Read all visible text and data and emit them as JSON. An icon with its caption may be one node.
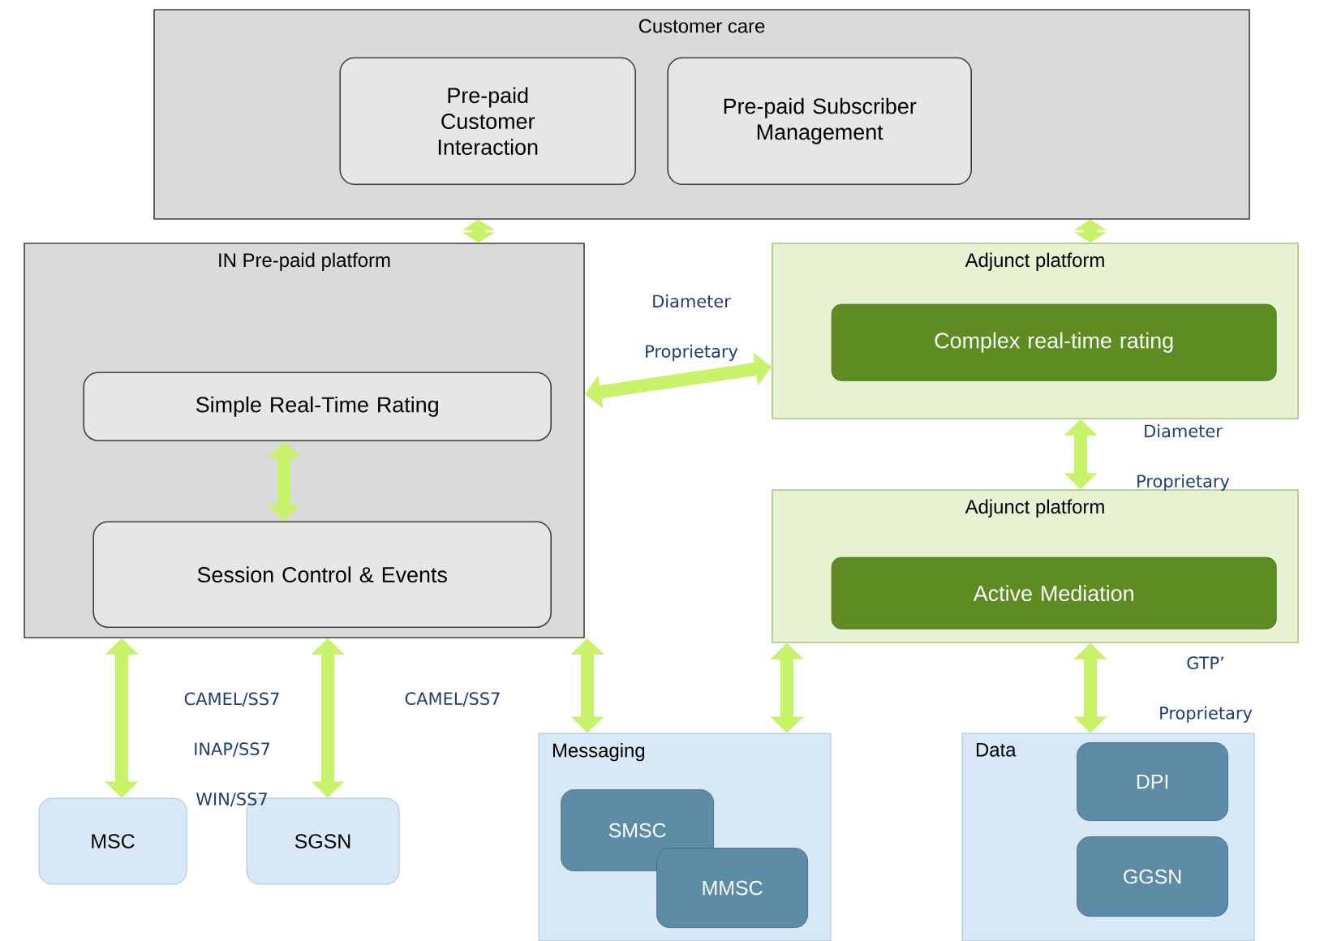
{
  "diagram": {
    "nodes": [
      {
        "text": [
          "Customer care"
        ]
      },
      {
        "text": [
          "Pre-paid Customer Interaction"
        ],
        "in": 0
      },
      {
        "text": [
          "Pre-paid Subscriber Management"
        ],
        "in": 0
      },
      {
        "text": [
          "IN Pre-paid platform"
        ]
      },
      {
        "text": [
          "Simple Real-Time Rating"
        ],
        "in": 3
      },
      {
        "text": [
          "Session Control & Events"
        ],
        "in": 3
      },
      {
        "text": [
          "Adjunct platform"
        ]
      },
      {
        "text": [
          "Complex real-time rating"
        ],
        "in": 6
      },
      {
        "text": [
          "Adjunct platform"
        ]
      },
      {
        "text": [
          "Active Mediation"
        ],
        "in": 8
      },
      {
        "text": [
          "MSC"
        ]
      },
      {
        "text": [
          "SGSN"
        ]
      },
      {
        "text": [
          "Messaging"
        ]
      },
      {
        "text": [
          "SMSC"
        ],
        "in": 12
      },
      {
        "text": [
          "MMSC"
        ],
        "in": 12
      },
      {
        "text": [
          "Data"
        ]
      },
      {
        "text": [
          "DPI"
        ],
        "in": 15
      },
      {
        "text": [
          "GGSN"
        ],
        "in": 15
      }
    ],
    "edges": [
      {
        "from": 0,
        "to": 3,
        "arrow": "both"
      },
      {
        "from": 0,
        "to": 6,
        "arrow": "both"
      },
      {
        "from": 3,
        "to": 6,
        "arrow": "both",
        "label": "Diameter Proprietary"
      },
      {
        "from": 4,
        "to": 5,
        "arrow": "both"
      },
      {
        "from": 6,
        "to": 8,
        "arrow": "both",
        "label": "Diameter Proprietary"
      },
      {
        "from": 3,
        "to": 10,
        "arrow": "both",
        "label": "CAMEL/SS7 INAP/SS7 WIN/SS7"
      },
      {
        "from": 3,
        "to": 11,
        "arrow": "both",
        "label": "CAMEL/SS7"
      },
      {
        "from": 3,
        "to": 12,
        "arrow": "both"
      },
      {
        "from": 8,
        "to": 12,
        "arrow": "both"
      },
      {
        "from": 8,
        "to": 15,
        "arrow": "both",
        "label": "GTP’ Proprietary"
      }
    ]
  }
}
